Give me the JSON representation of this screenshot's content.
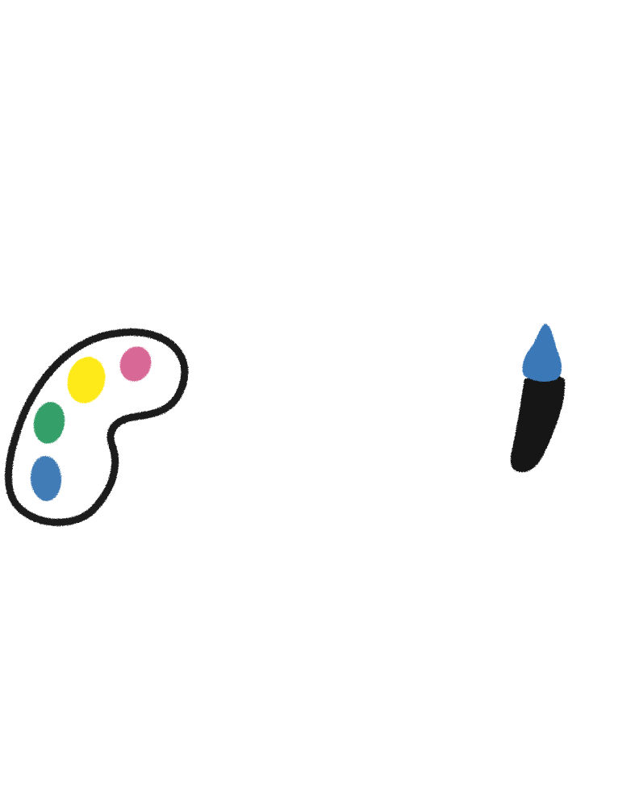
{
  "drawing": {
    "background": "#ffffff",
    "palette": {
      "icon": "paint-palette-icon",
      "outline_color": "#1e1e1e",
      "paints": [
        {
          "name": "yellow",
          "color": "#ffe800"
        },
        {
          "name": "pink",
          "color": "#d45a8c"
        },
        {
          "name": "green",
          "color": "#1e9558"
        },
        {
          "name": "blue",
          "color": "#2f6fae"
        }
      ]
    },
    "brush": {
      "icon": "paintbrush-icon",
      "handle_color": "#141414",
      "tip_color": "#3a78b8"
    }
  }
}
